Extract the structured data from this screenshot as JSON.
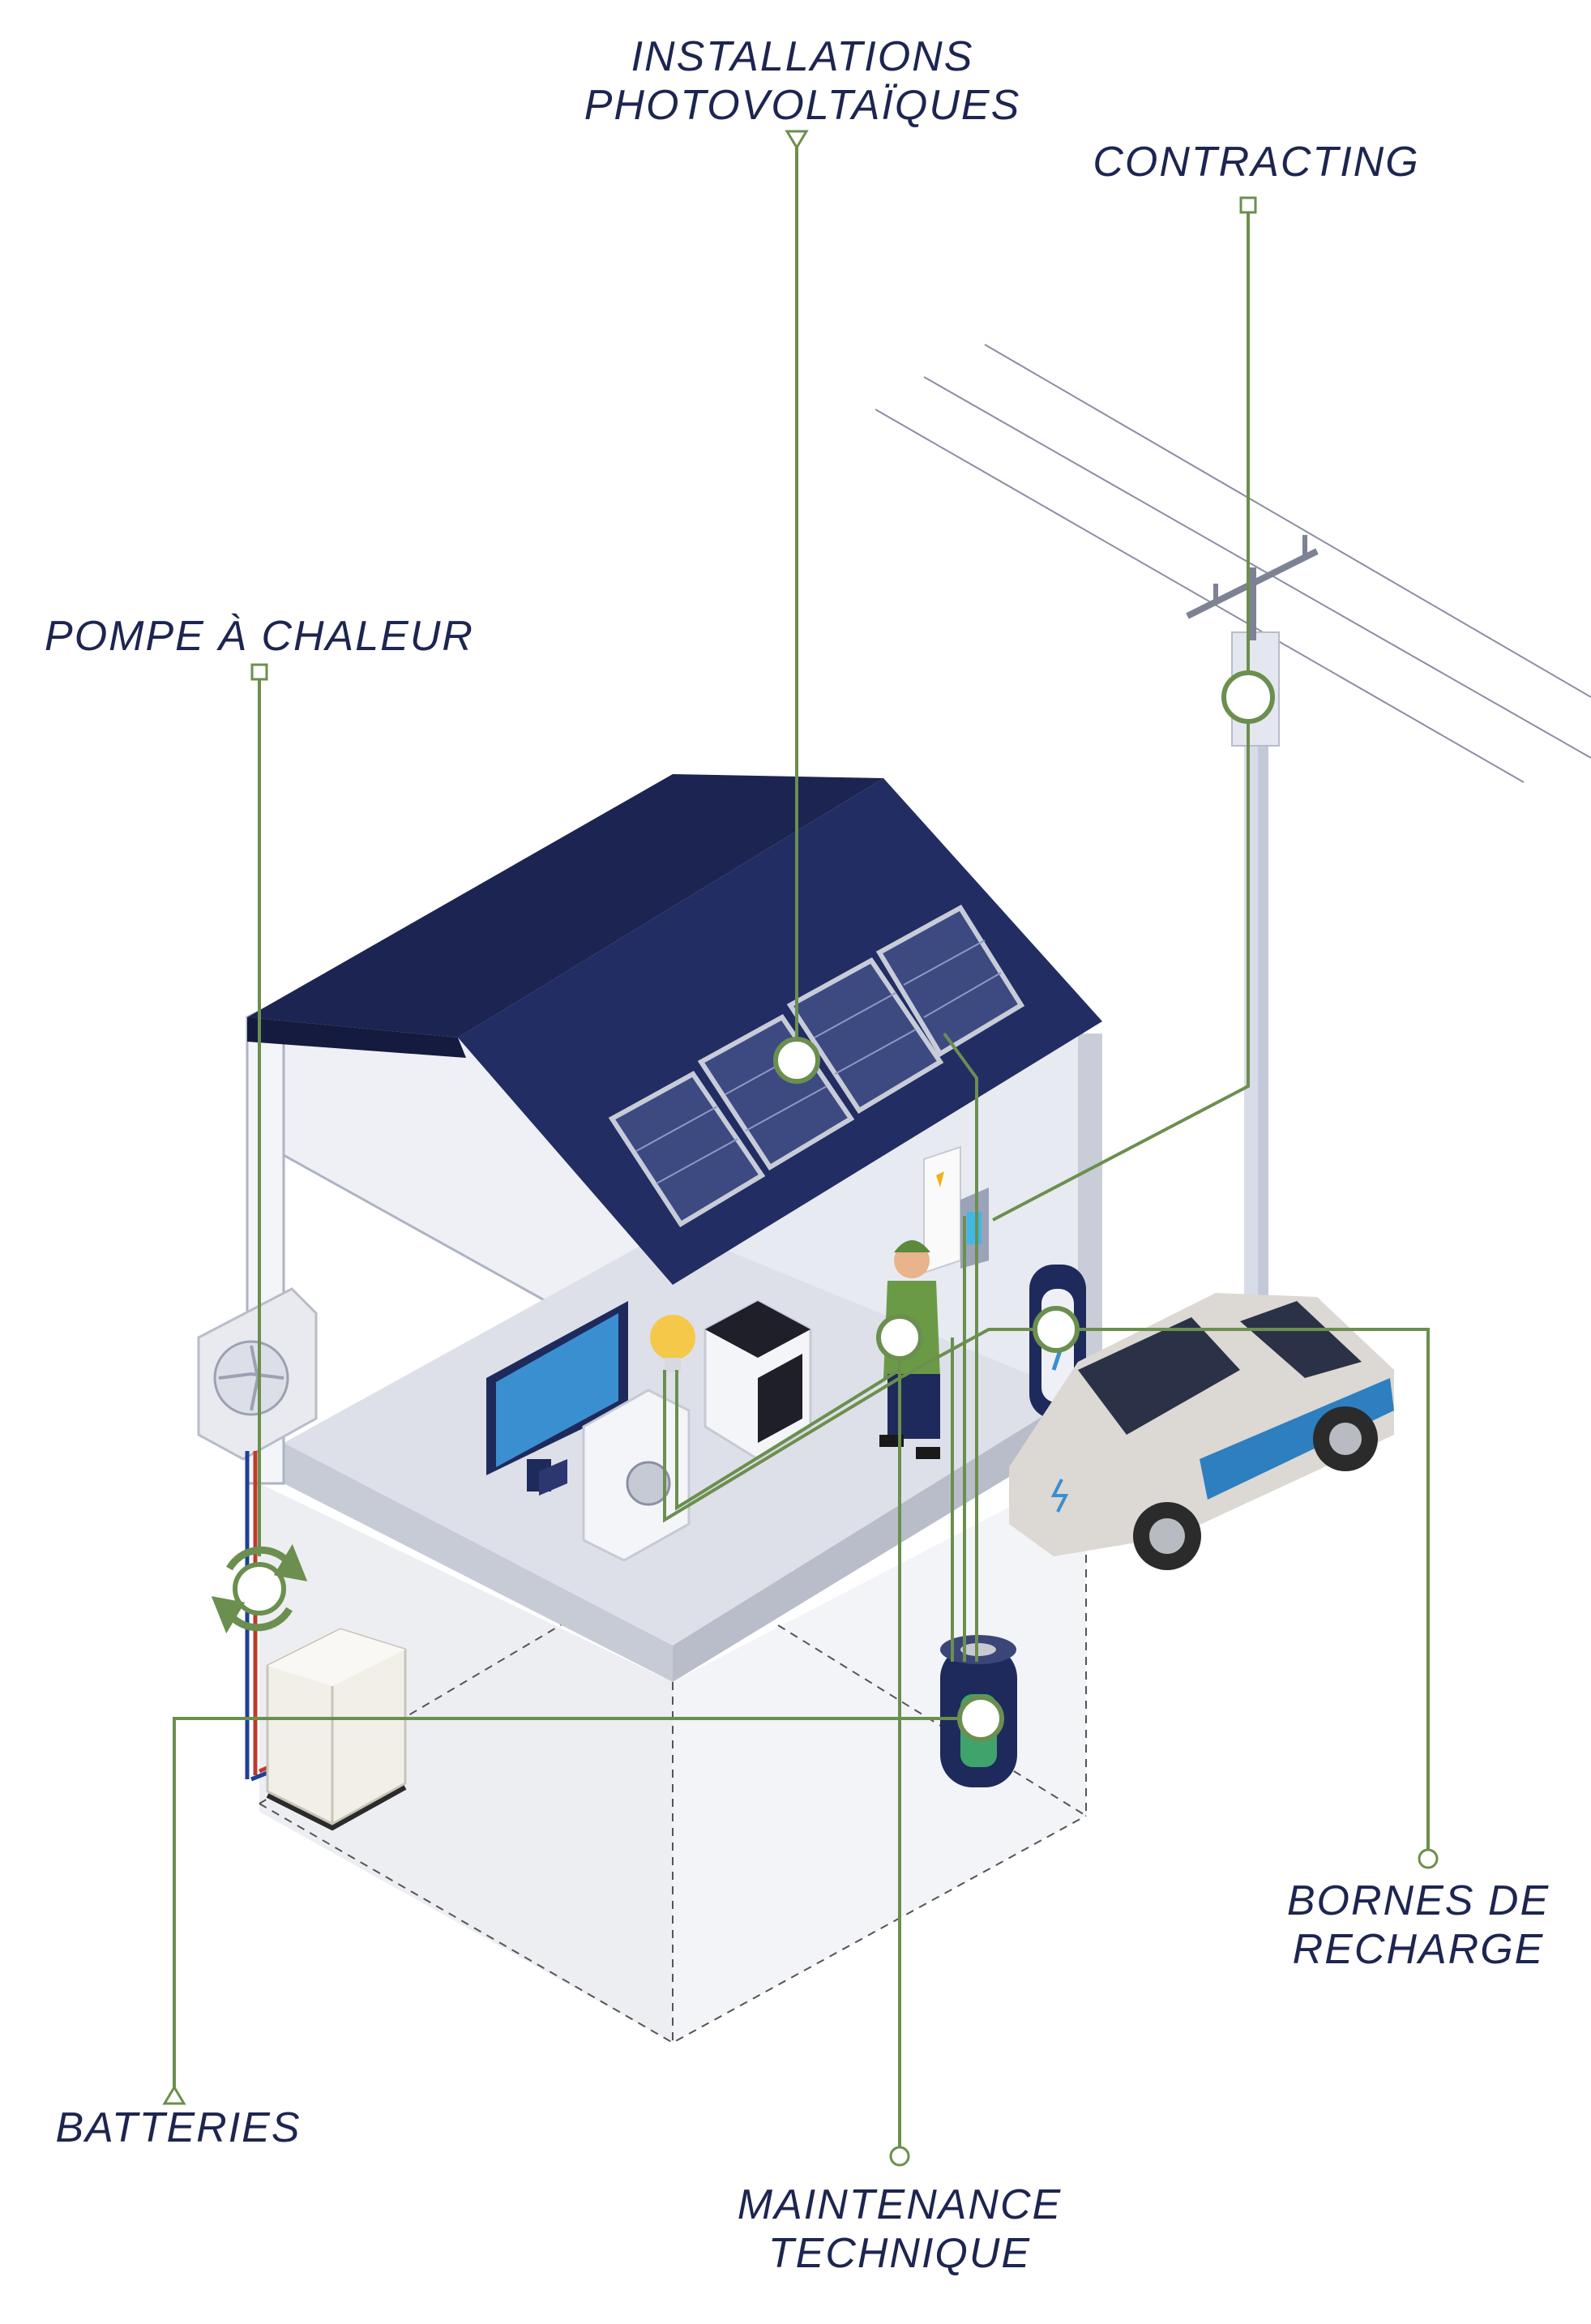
{
  "labels": {
    "photovoltaiques": {
      "line1": "INSTALLATIONS",
      "line2": "PHOTOVOLTAÏQUES"
    },
    "contracting": {
      "line1": "CONTRACTING"
    },
    "pompe": {
      "line1": "POMPE À CHALEUR"
    },
    "bornes": {
      "line1": "BORNES DE",
      "line2": "RECHARGE"
    },
    "batteries": {
      "line1": "BATTERIES"
    },
    "maintenance": {
      "line1": "MAINTENANCE",
      "line2": "TECHNIQUE"
    }
  },
  "colors": {
    "label_text": "#1d2550",
    "connector_green": "#6b8f4e",
    "roof_navy": "#1f2a5c",
    "wall_light": "#eef0f5",
    "floor_light": "#dde0e8",
    "ev_blue": "#2d7fc0"
  },
  "icons": [
    "solar-panel-icon",
    "power-pole-icon",
    "heat-pump-icon",
    "charging-station-icon",
    "battery-icon",
    "technician-icon",
    "electric-car-icon",
    "tv-icon",
    "washing-machine-icon",
    "oven-icon",
    "lightbulb-icon",
    "boiler-icon"
  ]
}
